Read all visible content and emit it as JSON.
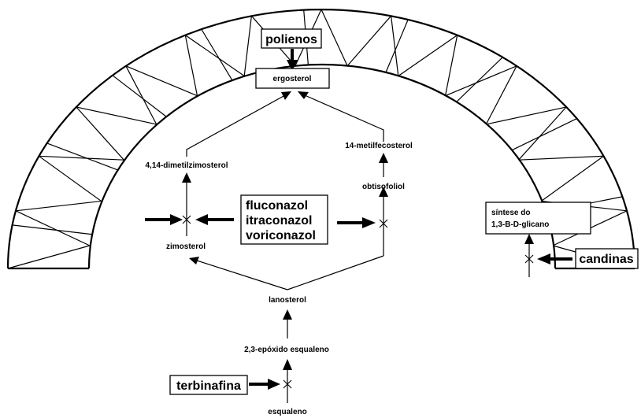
{
  "compounds": {
    "ergosterol": "ergosterol",
    "dimetilzimosterol": "4,14-dimetilzimosterol",
    "metilfecosterol": "14-metilfecosterol",
    "obtisofoliol": "obtisofoliol",
    "zimosterol": "zimosterol",
    "lanosterol": "lanosterol",
    "epoxido": "2,3-epóxido esqualeno",
    "esqualeno": "esqualeno",
    "sintese_line1": "síntese do",
    "sintese_line2": "1,3-B-D-glicano"
  },
  "drugs": {
    "polienos": "polienos",
    "azole_1": "fluconazol",
    "azole_2": "itraconazol",
    "azole_3": "voriconazol",
    "candinas": "candinas",
    "terbinafina": "terbinafina"
  },
  "colors": {
    "ink": "#000000",
    "background": "#ffffff"
  }
}
